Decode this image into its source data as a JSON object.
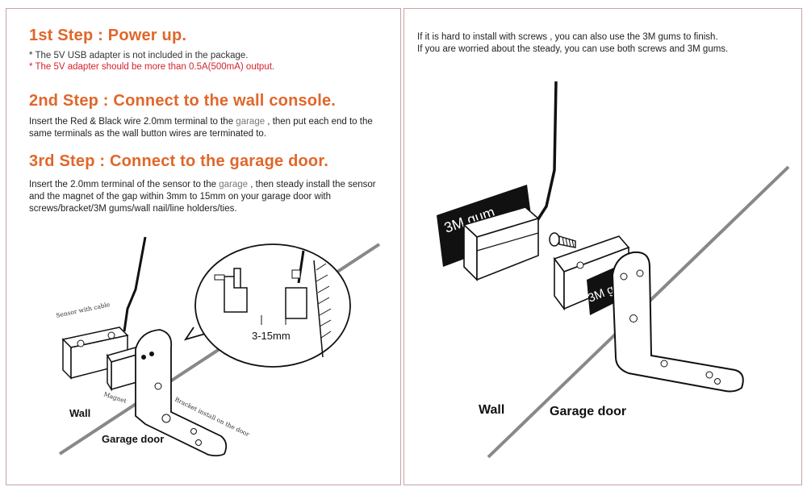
{
  "step1": {
    "title": "1st Step : Power up.",
    "note1": "* The 5V USB adapter is not included in the package.",
    "note2": "* The 5V adapter should be more than 0.5A(500mA) output."
  },
  "step2": {
    "title": "2nd Step : Connect to the wall console.",
    "text_a": "Insert the Red & Black wire 2.0mm terminal to the ",
    "tag": "garage",
    "text_b": " , then put each end to the same terminals as the wall button wires are terminated to."
  },
  "step3": {
    "title": "3rd Step : Connect to the garage door.",
    "text_a": "Insert the 2.0mm terminal of the sensor to the ",
    "tag": "garage",
    "text_b": " , then steady install the sensor and the magnet of the gap within 3mm to 15mm on your garage door with screws/bracket/3M gums/wall nail/line holders/ties."
  },
  "left_diagram": {
    "sensor_label": "Sensor with cable",
    "magnet_label": "Magnet",
    "bracket_label": "Bracket install on the door",
    "wall_label": "Wall",
    "door_label": "Garage door",
    "gap_label": "3-15mm"
  },
  "right": {
    "line1": "If it is hard to install with screws , you can also use the 3M gums to finish.",
    "line2": "If you are worried about the steady, you can use both screws and 3M gums.",
    "gum_label": "3M gum",
    "gum_label_small": "3M g",
    "wall_label": "Wall",
    "door_label": "Garage door"
  }
}
